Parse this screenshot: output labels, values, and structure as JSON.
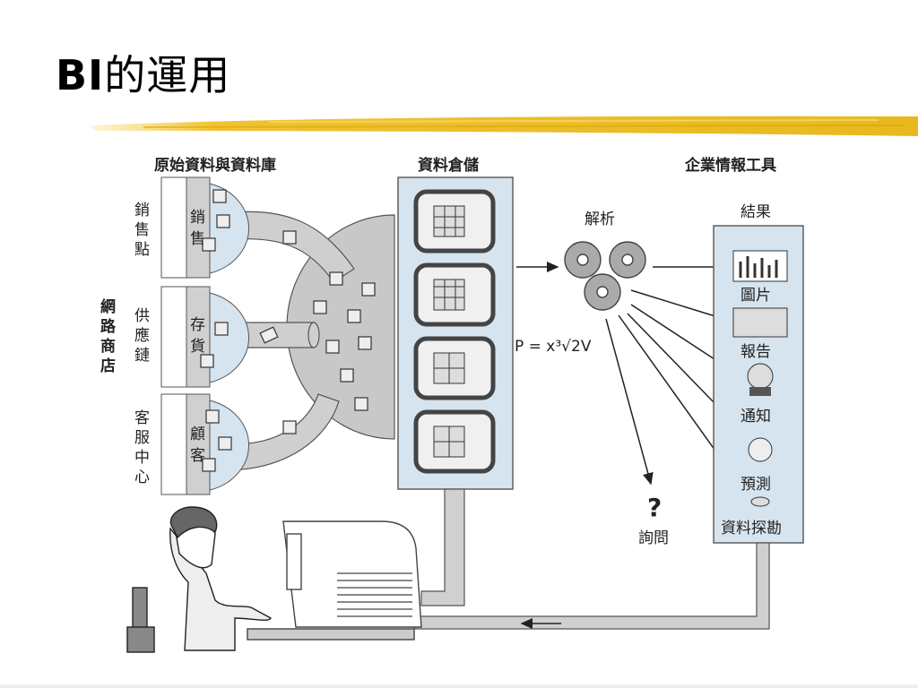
{
  "slide": {
    "title_latin": "BI",
    "title_cjk": "的運用"
  },
  "headers": {
    "sources": "原始資料與資料庫",
    "warehouse": "資料倉儲",
    "bi_tools": "企業情報工具"
  },
  "online_store": [
    "網",
    "路",
    "商",
    "店"
  ],
  "sources": [
    {
      "outer": [
        "銷",
        "售",
        "點"
      ],
      "inner": [
        "銷",
        "售"
      ]
    },
    {
      "outer": [
        "供",
        "應",
        "鏈"
      ],
      "inner": [
        "存",
        "貨"
      ]
    },
    {
      "outer": [
        "客",
        "服",
        "中",
        "心"
      ],
      "inner": [
        "顧",
        "客"
      ]
    }
  ],
  "analysis": {
    "label": "解析",
    "formula": "P = x³√2V"
  },
  "results": {
    "header": "結果",
    "items": [
      "圖片",
      "報告",
      "通知",
      "預測",
      "資料探勘"
    ]
  },
  "query": {
    "symbol": "?",
    "label": "詢問"
  }
}
